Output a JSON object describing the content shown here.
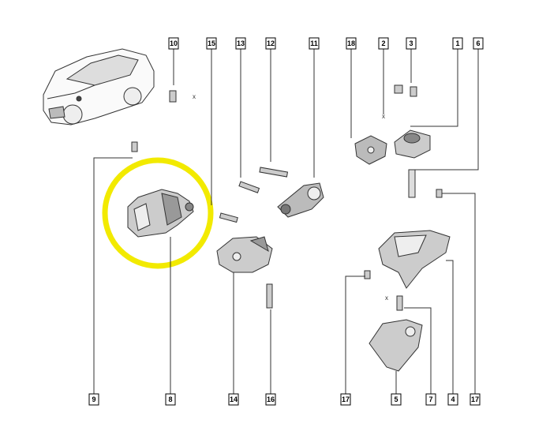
{
  "diagram": {
    "top_labels": [
      "10",
      "15",
      "13",
      "12",
      "11",
      "18",
      "2",
      "3",
      "1",
      "6"
    ],
    "bottom_labels": [
      "9",
      "8",
      "14",
      "16",
      "17",
      "5",
      "7",
      "4",
      "17"
    ],
    "dimension_marks": [
      "x",
      "x",
      "x"
    ],
    "highlight_color": "#f2ea00",
    "highlighted_part": "8"
  }
}
